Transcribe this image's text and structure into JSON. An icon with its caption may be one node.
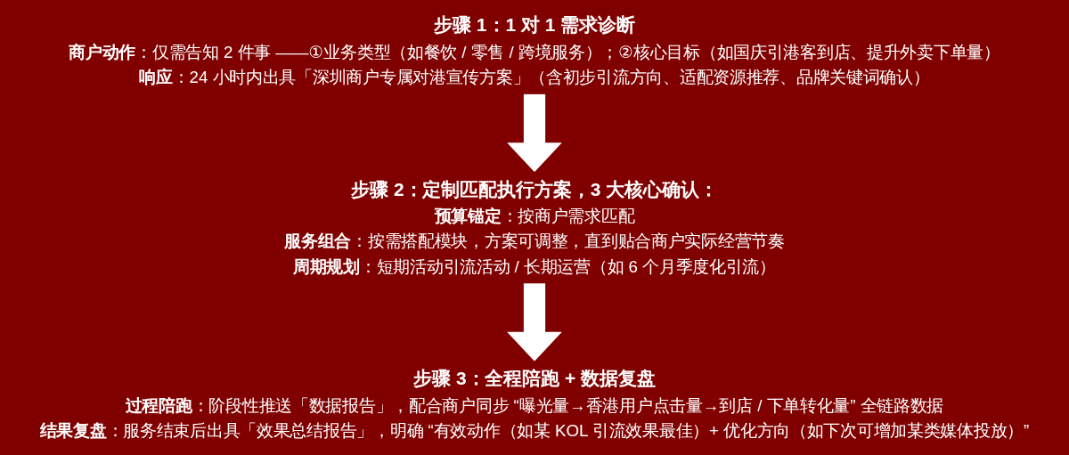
{
  "diagram": {
    "nodes": [
      {
        "text": [
          "步骤 1：1 对 1 需求诊断",
          "**商户动作**：仅需告知 2 件事 ——①业务类型（如餐饮 / 零售 / 跨境服务）；②核心目标（如国庆引港客到店、提升外卖下单量）",
          "**响应**：24 小时内出具「深圳商户专属对港宣传方案」（含初步引流方向、适配资源推荐、品牌关键词确认）"
        ]
      },
      {
        "text": [
          "步骤 2：定制匹配执行方案，3 大核心确认：",
          "**预算锚定**：按商户需求匹配",
          "**服务组合**：按需搭配模块，方案可调整，直到贴合商户实际经营节奏",
          "**周期规划**：短期活动引流活动 / 长期运营（如 6 个月季度化引流）"
        ]
      },
      {
        "text": [
          "步骤 3：全程陪跑 + 数据复盘",
          "**过程陪跑**：阶段性推送「数据报告」，配合商户同步 “曝光量→香港用户点击量→到店 / 下单转化量” 全链路数据",
          "**结果复盘**：服务结束后出具「效果总结报告」，明确 “有效动作（如某 KOL 引流效果最佳）+ 优化方向（如下次可增加某类媒体投放）”"
        ]
      }
    ],
    "edges": [
      {
        "from": 0,
        "to": 1,
        "arrow": "to"
      },
      {
        "from": 1,
        "to": 2,
        "arrow": "to"
      }
    ]
  }
}
